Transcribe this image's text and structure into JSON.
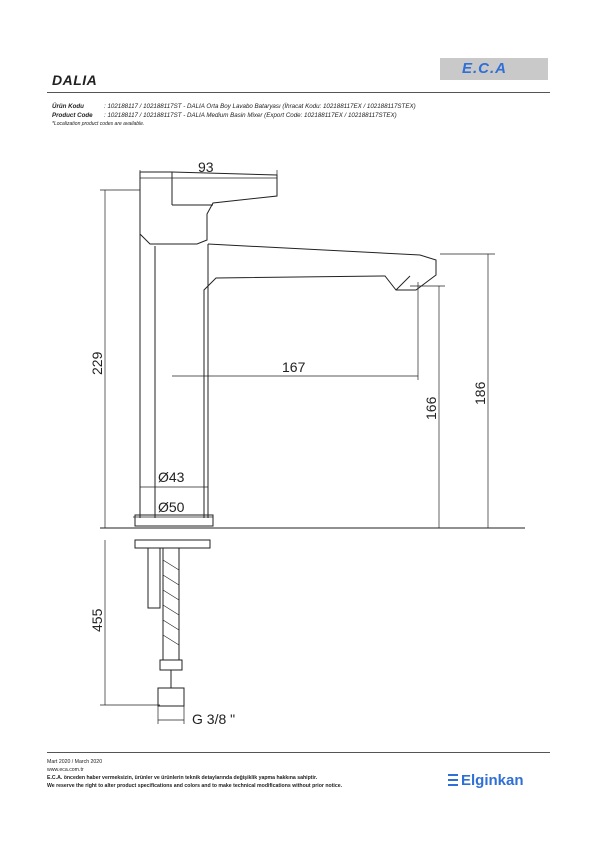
{
  "header": {
    "title": "DALIA",
    "logo_text": "E.C.A"
  },
  "codes": {
    "tr_label": "Ürün Kodu",
    "tr_value": ": 102188117 / 102188117ST - DALIA Orta Boy Lavabo Bataryası (İhracat Kodu: 102188117EX / 102188117STEX)",
    "en_label": "Product Code",
    "en_value": ": 102188117 / 102188117ST - DALIA Medium Basin Mixer (Export Code: 102188117EX / 102188117STEX)",
    "note": "*Localization product codes are available."
  },
  "dimensions": {
    "top_width": "93",
    "total_height": "229",
    "spout_reach": "167",
    "spout_height": "166",
    "spout_top_height": "186",
    "inner_diameter": "Ø43",
    "base_diameter": "Ø50",
    "hose_length": "455",
    "connection": "G 3/8 \""
  },
  "footer": {
    "date": "Mart 2020 / March 2020",
    "website": "www.eca.com.tr",
    "tr_notice": "E.C.A. önceden haber vermeksizin, ürünler ve ürünlerin teknik detaylarında değişiklik yapma hakkına sahiptir.",
    "en_notice": "We reserve the right to alter product specifications and colors and to make technical modifications without prior notice."
  },
  "brand": {
    "name": "Elginkan"
  }
}
